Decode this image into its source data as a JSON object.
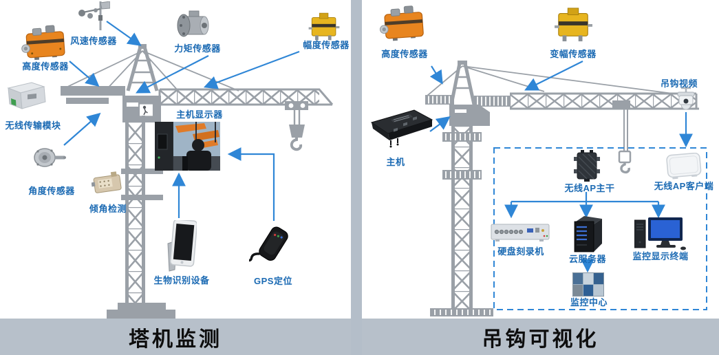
{
  "left_panel": {
    "title": "塔机监测",
    "labels": {
      "wind_speed": "风速传感器",
      "height": "高度传感器",
      "torque": "力矩传感器",
      "amplitude": "幅度传感器",
      "wireless": "无线传输模块",
      "main_display": "主机显示器",
      "angle": "角度传感器",
      "tilt": "倾角检测",
      "biometric": "生物识别设备",
      "gps": "GPS定位"
    }
  },
  "right_panel": {
    "title": "吊钩可视化",
    "labels": {
      "height": "高度传感器",
      "luffing": "变幅传感器",
      "hook_video": "吊钩视频",
      "host": "主机",
      "ap_backbone": "无线AP主干",
      "ap_client": "无线AP客户端",
      "dvr": "硬盘刻录机",
      "cloud_server": "云服务器",
      "display_terminal": "监控显示终端",
      "monitor_center": "监控中心"
    }
  },
  "colors": {
    "label_text": "#1b6ab3",
    "arrow": "#2f86d6",
    "crane_gray": "#9aa0a7",
    "title_bar_bg": "#b7c0ca",
    "divider": "#b4bec9",
    "dashed_box": "#2f86d6",
    "orange_device": "#e8851f",
    "yellow_device": "#e7b51f",
    "title_text": "#0d0d0d"
  }
}
